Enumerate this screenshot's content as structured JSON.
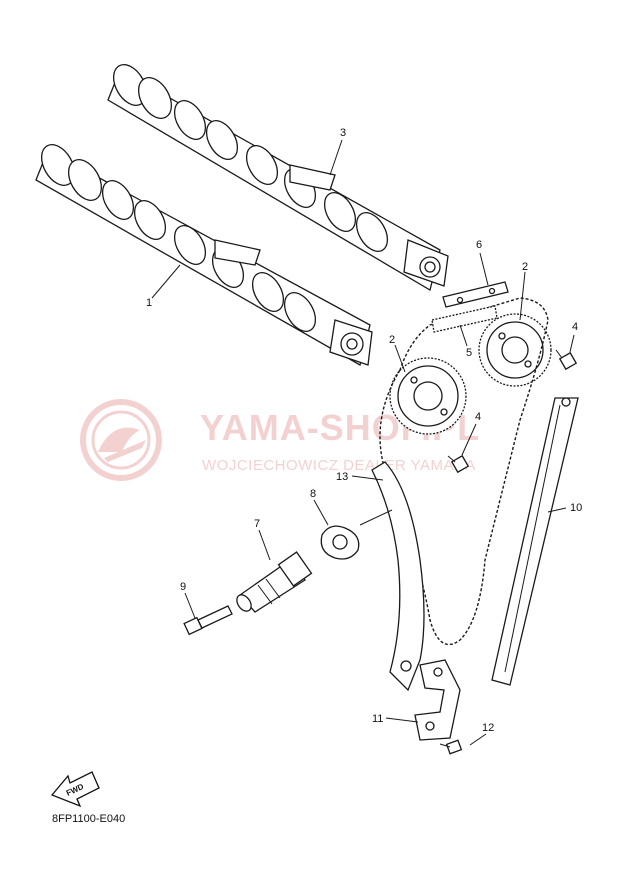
{
  "watermark": {
    "brand": "YAMA-SHOP.PL",
    "subtitle": "WOJCIECHOWICZ DEALER YAMAHA"
  },
  "callouts": {
    "p1": "1",
    "p2a": "2",
    "p2b": "2",
    "p3": "3",
    "p4a": "4",
    "p4b": "4",
    "p5": "5",
    "p6": "6",
    "p7": "7",
    "p8": "8",
    "p9": "9",
    "p10": "10",
    "p11": "11",
    "p12": "12",
    "p13": "13"
  },
  "fwd_label": "FWD",
  "diagram_code": "8FP1100-E040"
}
